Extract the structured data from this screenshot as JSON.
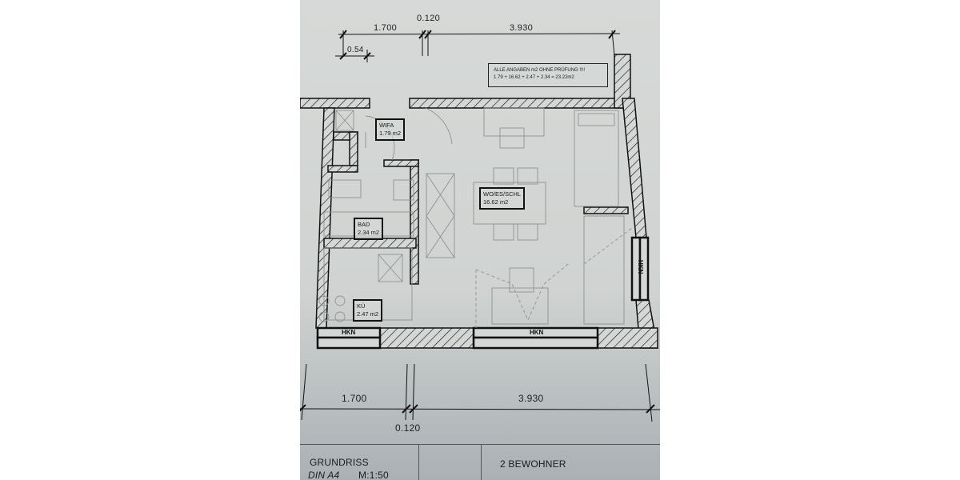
{
  "drawing": {
    "type": "floor-plan",
    "paper_color": "#d4d7d5",
    "line_color": "#111111"
  },
  "dimensions_top": {
    "segment_left": "1.700",
    "segment_gap": "0.120",
    "segment_right": "3.930",
    "sub_segment": "0.54"
  },
  "dimensions_bottom": {
    "segment_left": "1.700",
    "segment_gap": "0.120",
    "segment_right": "3.930"
  },
  "note": {
    "line1": "ALLE  ANGABEN m2 OHNE PRÜFUNG !!!!",
    "line2": "1.79 + 16.62 + 2.47 + 2.34  =  23.22m2"
  },
  "rooms": [
    {
      "id": "wifa",
      "name": "WIFA",
      "area": "1.79 m2"
    },
    {
      "id": "bad",
      "name": "BAD",
      "area": "2.34 m2"
    },
    {
      "id": "kue",
      "name": "KÜ",
      "area": "2.47 m2"
    },
    {
      "id": "wohnen",
      "name": "WO/ES/SCHL",
      "area": "16.62 m2"
    }
  ],
  "windows": [
    {
      "label": "HKN"
    },
    {
      "label": "HKN"
    },
    {
      "label": "HKN"
    }
  ],
  "title_block": {
    "title": "GRUNDRISS",
    "format": "DIN A4",
    "scale": "M:1:50",
    "occupants": "2  BEWOHNER"
  }
}
